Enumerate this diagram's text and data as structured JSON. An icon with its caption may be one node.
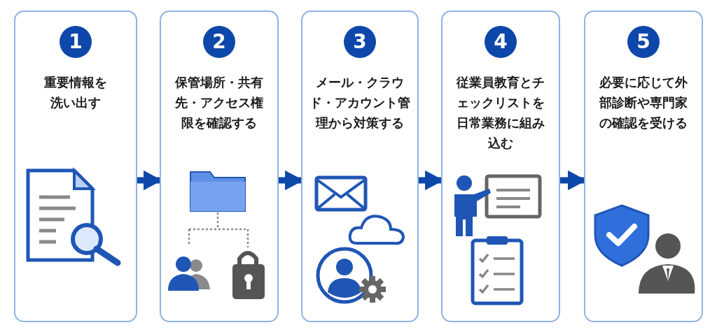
{
  "diagram": {
    "nodes": [
      {
        "text": [
          "1",
          "重要情報を洗い出す"
        ]
      },
      {
        "text": [
          "2",
          "保管場所・共有先・アクセス権限を確認する"
        ]
      },
      {
        "text": [
          "3",
          "メール・クラウド・アカウント管理から対策する"
        ]
      },
      {
        "text": [
          "4",
          "従業員教育とチェックリストを日常業務に組み込む"
        ]
      },
      {
        "text": [
          "5",
          "必要に応じて外部診断や専門家の確認を受ける"
        ]
      }
    ],
    "edges": [
      {
        "from": 0,
        "to": 1,
        "arrow": "to"
      },
      {
        "from": 1,
        "to": 2,
        "arrow": "to"
      },
      {
        "from": 2,
        "to": 3,
        "arrow": "to"
      },
      {
        "from": 3,
        "to": 4,
        "arrow": "to"
      }
    ]
  }
}
